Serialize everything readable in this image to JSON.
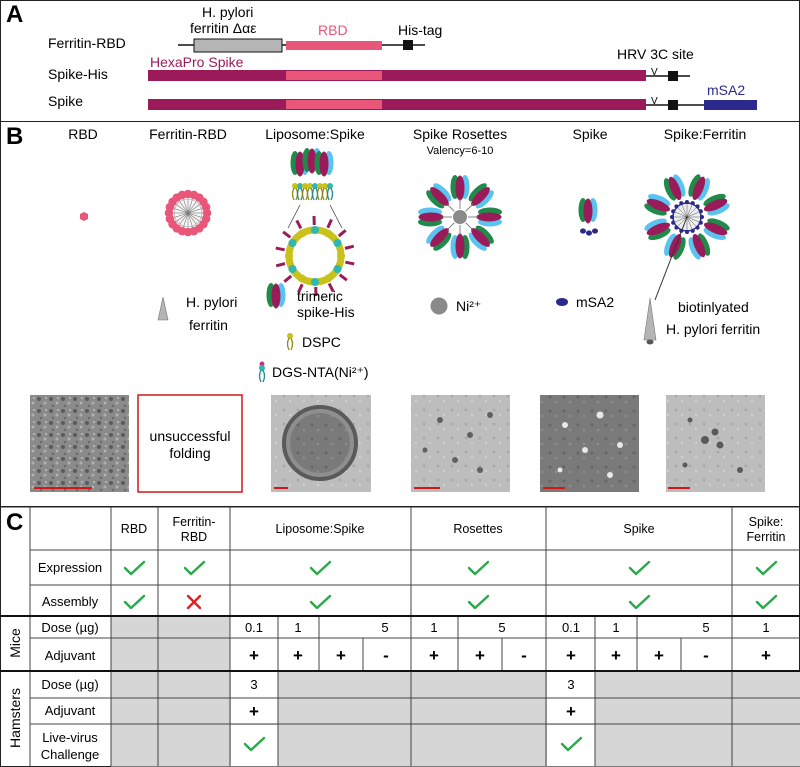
{
  "panel_a": {
    "letter": "A",
    "row_labels": [
      "Ferritin-RBD",
      "Spike-His",
      "Spike"
    ],
    "hpylori_line1": "H. pylori",
    "hpylori_line2": "ferritin Δαε",
    "rbd_label": "RBD",
    "histag_label": "His-tag",
    "hexapro_label": "HexaPro Spike",
    "hrv_label": "HRV 3C site",
    "v_mark": "V",
    "msa2_label": "mSA2",
    "colors": {
      "spike": "#9b1b5a",
      "rbd": "#e8577a",
      "ferritin": "#b5b5b5",
      "msa2": "#2b2a8c"
    }
  },
  "panel_b": {
    "letter": "B",
    "titles": [
      "RBD",
      "Ferritin-RBD",
      "Liposome:Spike",
      "Spike Rosettes",
      "Spike",
      "Spike:Ferritin"
    ],
    "valency": "Valency=6-10",
    "legend": {
      "hpylori_1": "H. pylori",
      "hpylori_2": "ferritin",
      "trimeric_1": "trimeric",
      "trimeric_2": "spike-His",
      "dspc": "DSPC",
      "dgs": "DGS-NTA(Ni²⁺)",
      "ni": "Ni²⁺",
      "msa2": "mSA2",
      "biotin_1": "biotinlyated",
      "biotin_2": "H. pylori ferritin"
    },
    "unsuccessful_1": "unsuccessful",
    "unsuccessful_2": "folding"
  },
  "panel_c": {
    "letter": "C",
    "headers": [
      "RBD",
      "Ferritin-\nRBD",
      "Liposome:Spike",
      "Rosettes",
      "Spike",
      "Spike:\nFerritin"
    ],
    "expression_label": "Expression",
    "assembly_label": "Assembly",
    "mice_label": "Mice",
    "hamsters_label": "Hamsters",
    "dose_label": "Dose (µg)",
    "adjuvant_label": "Adjuvant",
    "challenge_label_1": "Live-virus",
    "challenge_label_2": "Challenge",
    "expression": [
      "check",
      "check",
      "check",
      "check",
      "check",
      "check"
    ],
    "assembly": [
      "check",
      "cross",
      "check",
      "check",
      "check",
      "check"
    ],
    "mice_dose": [
      "0.1",
      "1",
      "5",
      "1",
      "5",
      "0.1",
      "1",
      "5",
      "1"
    ],
    "mice_adjuvant": [
      "+",
      "+",
      "+",
      "-",
      "+",
      "+",
      "-",
      "+",
      "+",
      "+",
      "-",
      "+"
    ],
    "hamster_dose": [
      "3",
      "3"
    ],
    "hamster_adjuvant": [
      "+",
      "+"
    ],
    "check_color": "#2aa84a",
    "cross_color": "#e02020"
  }
}
